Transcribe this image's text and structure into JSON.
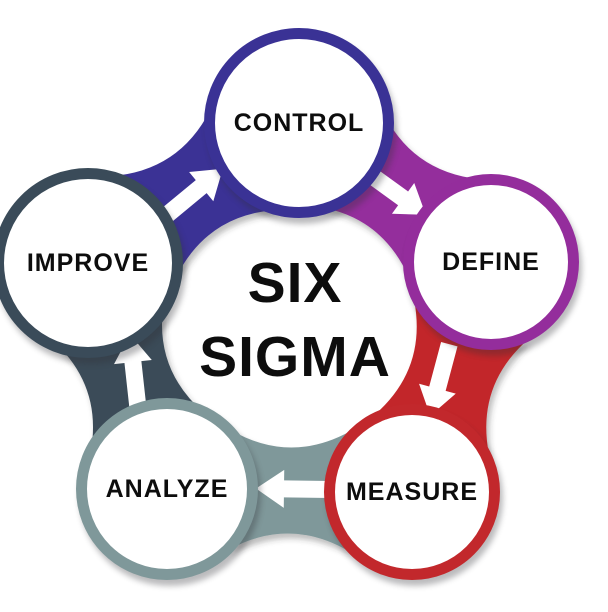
{
  "diagram": {
    "title_lines": [
      "SIX",
      "SIGMA"
    ],
    "steps": [
      {
        "id": "control",
        "label": "CONTROL",
        "color": "#3a3295"
      },
      {
        "id": "define",
        "label": "DEFINE",
        "color": "#942d9c"
      },
      {
        "id": "measure",
        "label": "MEASURE",
        "color": "#c2282c"
      },
      {
        "id": "analyze",
        "label": "ANALYZE",
        "color": "#7f989a"
      },
      {
        "id": "improve",
        "label": "IMPROVE",
        "color": "#3a4b59"
      }
    ],
    "flow": [
      {
        "from": "improve",
        "to": "control"
      },
      {
        "from": "control",
        "to": "define"
      },
      {
        "from": "define",
        "to": "measure"
      },
      {
        "from": "measure",
        "to": "analyze"
      },
      {
        "from": "analyze",
        "to": "improve"
      }
    ],
    "arrow_color": "#ffffff",
    "background_color": "#ffffff",
    "text_color": "#0d0d0d"
  }
}
